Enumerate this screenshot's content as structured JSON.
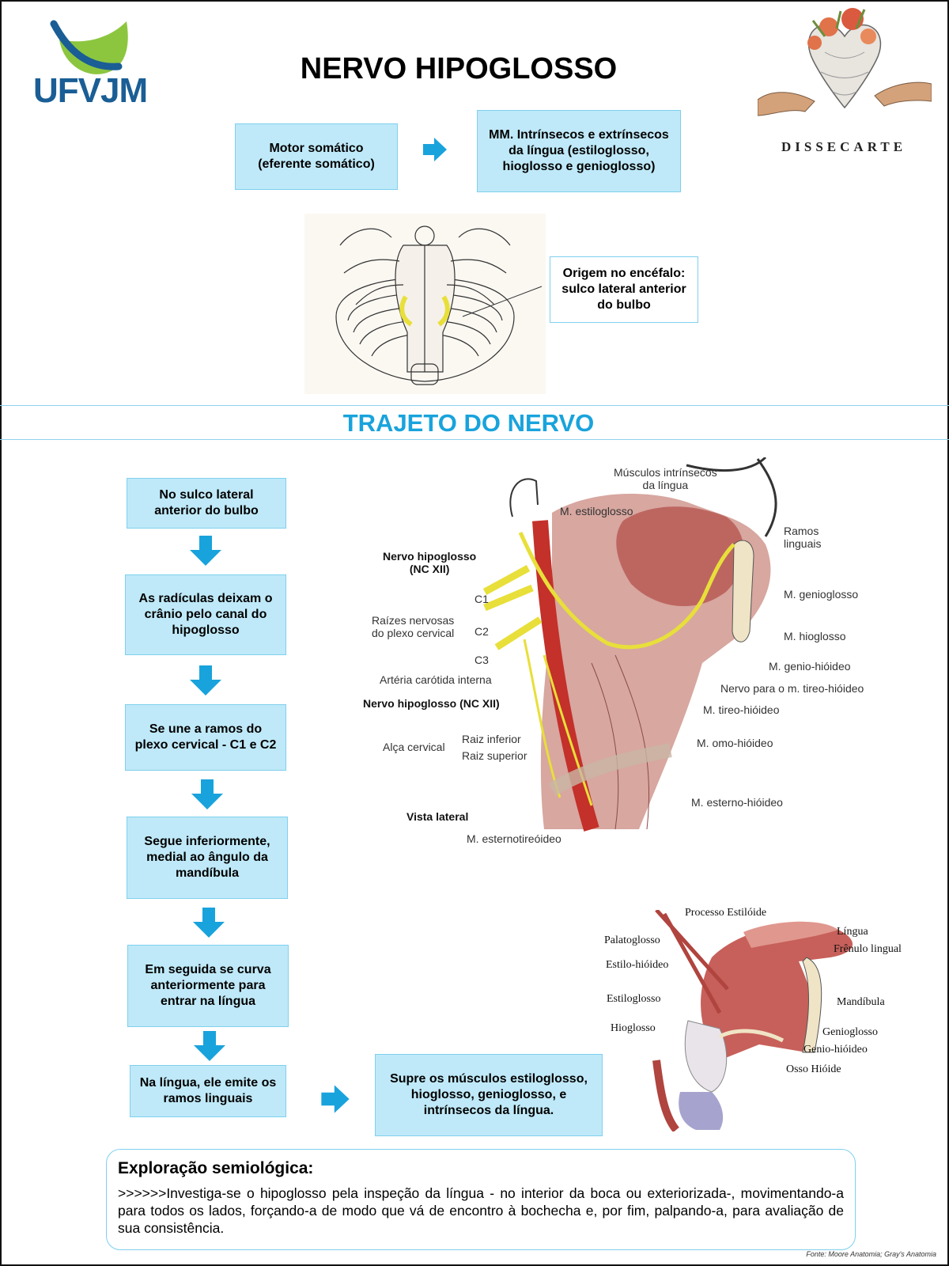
{
  "header": {
    "logo_text": "UFVJM",
    "title": "NERVO HIPOGLOSSO",
    "brand_text": "DISSECARTE"
  },
  "function": {
    "type_label": "Motor somático\n(eferente somático)",
    "target_label": "MM. Intrínsecos e extrínsecos da língua (estiloglosso, hioglosso e genioglosso)"
  },
  "origin": {
    "label": "Origem no encéfalo: sulco lateral anterior do bulbo"
  },
  "section": {
    "title": "TRAJETO DO NERVO"
  },
  "pathway": {
    "steps": [
      "No sulco lateral anterior do bulbo",
      "As radículas deixam o crânio pelo canal do hipoglosso",
      "Se une a ramos do plexo cervical -  C1 e C2",
      "Segue inferiormente, medial ao ângulo da mandíbula",
      "Em seguida se curva anteriormente para entrar na língua",
      "Na língua, ele emite os ramos linguais"
    ],
    "result": "Supre os músculos estiloglosso, hioglosso, genioglosso, e intrínsecos da língua."
  },
  "lateral_figure": {
    "labels": {
      "intrinsic": "Músculos intrínsecos\nda língua",
      "estiloglosso": "M. estiloglosso",
      "ramos": "Ramos\nlinguais",
      "nervo1": "Nervo hipoglosso\n(NC XII)",
      "genioglosso": "M. genioglosso",
      "c1": "C1",
      "c2": "C2",
      "c3": "C3",
      "raizes": "Raízes nervosas\ndo plexo cervical",
      "hioglosso": "M. hioglosso",
      "genio": "M. genio-hióideo",
      "carotida": "Artéria carótida interna",
      "nervo_tireo": "Nervo para o m. tireo-hióideo",
      "nervo2": "Nervo hipoglosso (NC XII)",
      "tireo": "M. tireo-hióideo",
      "raiz_inf": "Raiz inferior",
      "alca": "Alça cervical",
      "raiz_sup": "Raiz superior",
      "omo": "M. omo-hióideo",
      "esterno": "M. esterno-hióideo",
      "vista": "Vista lateral",
      "esternotireo": "M. esternotireóideo"
    }
  },
  "tongue_figure": {
    "labels": {
      "processo": "Processo Estilóide",
      "lingua": "Língua",
      "palatoglosso": "Palatoglosso",
      "frenulo": "Frênulo lingual",
      "estilo_hioideo": "Estilo-hióideo",
      "estiloglosso": "Estiloglosso",
      "mandibula": "Mandíbula",
      "hioglosso": "Hioglosso",
      "genioglosso": "Genioglosso",
      "genio_hioideo": "Genio-hióideo",
      "osso": "Osso Hióide"
    }
  },
  "exploration": {
    "heading": "Exploração semiológica:",
    "text": ">>>>>>Investiga-se o hipoglosso pela inspeção da língua - no interior da boca ou exteriorizada-, movimentando-a para todos os lados, forçando-a de modo que vá de encontro à bochecha e, por fim, palpando-a, para avaliação de sua consistência."
  },
  "source": "Fonte: Moore Anatomia; Gray's Anatomia",
  "colors": {
    "box_fill": "#bfe9f8",
    "accent": "#19a3dc",
    "logo_blue": "#1a5e95",
    "logo_green": "#8cc63f"
  }
}
